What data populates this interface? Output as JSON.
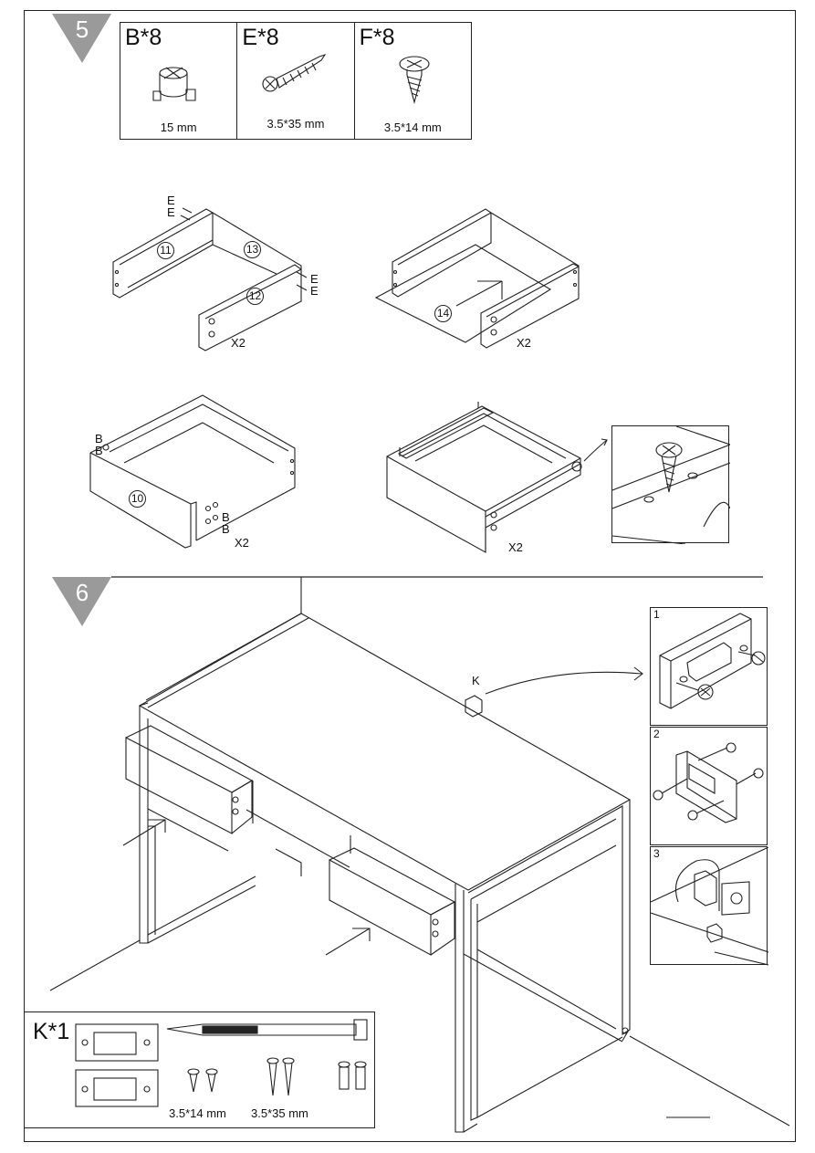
{
  "step5": {
    "number": "5",
    "parts": [
      {
        "code": "B*8",
        "size": "15 mm",
        "icon": "cam-lock-icon"
      },
      {
        "code": "E*8",
        "size": "3.5*35 mm",
        "icon": "long-screw-icon"
      },
      {
        "code": "F*8",
        "size": "3.5*14 mm",
        "icon": "short-screw-icon"
      }
    ],
    "labels": {
      "e1": "E",
      "e2": "E",
      "e3": "E",
      "e4": "E",
      "p11": "11",
      "p12": "12",
      "p13": "13",
      "p14": "14",
      "p10": "10",
      "x2a": "X2",
      "x2b": "X2",
      "x2c": "X2",
      "x2d": "X2",
      "b1": "B",
      "b2": "B",
      "b3": "B",
      "b4": "B"
    }
  },
  "step6": {
    "number": "6",
    "k_label": "K",
    "insets": [
      "1",
      "2",
      "3"
    ],
    "kit": {
      "code": "K*1",
      "size1": "3.5*14 mm",
      "size2": "3.5*35 mm"
    }
  }
}
